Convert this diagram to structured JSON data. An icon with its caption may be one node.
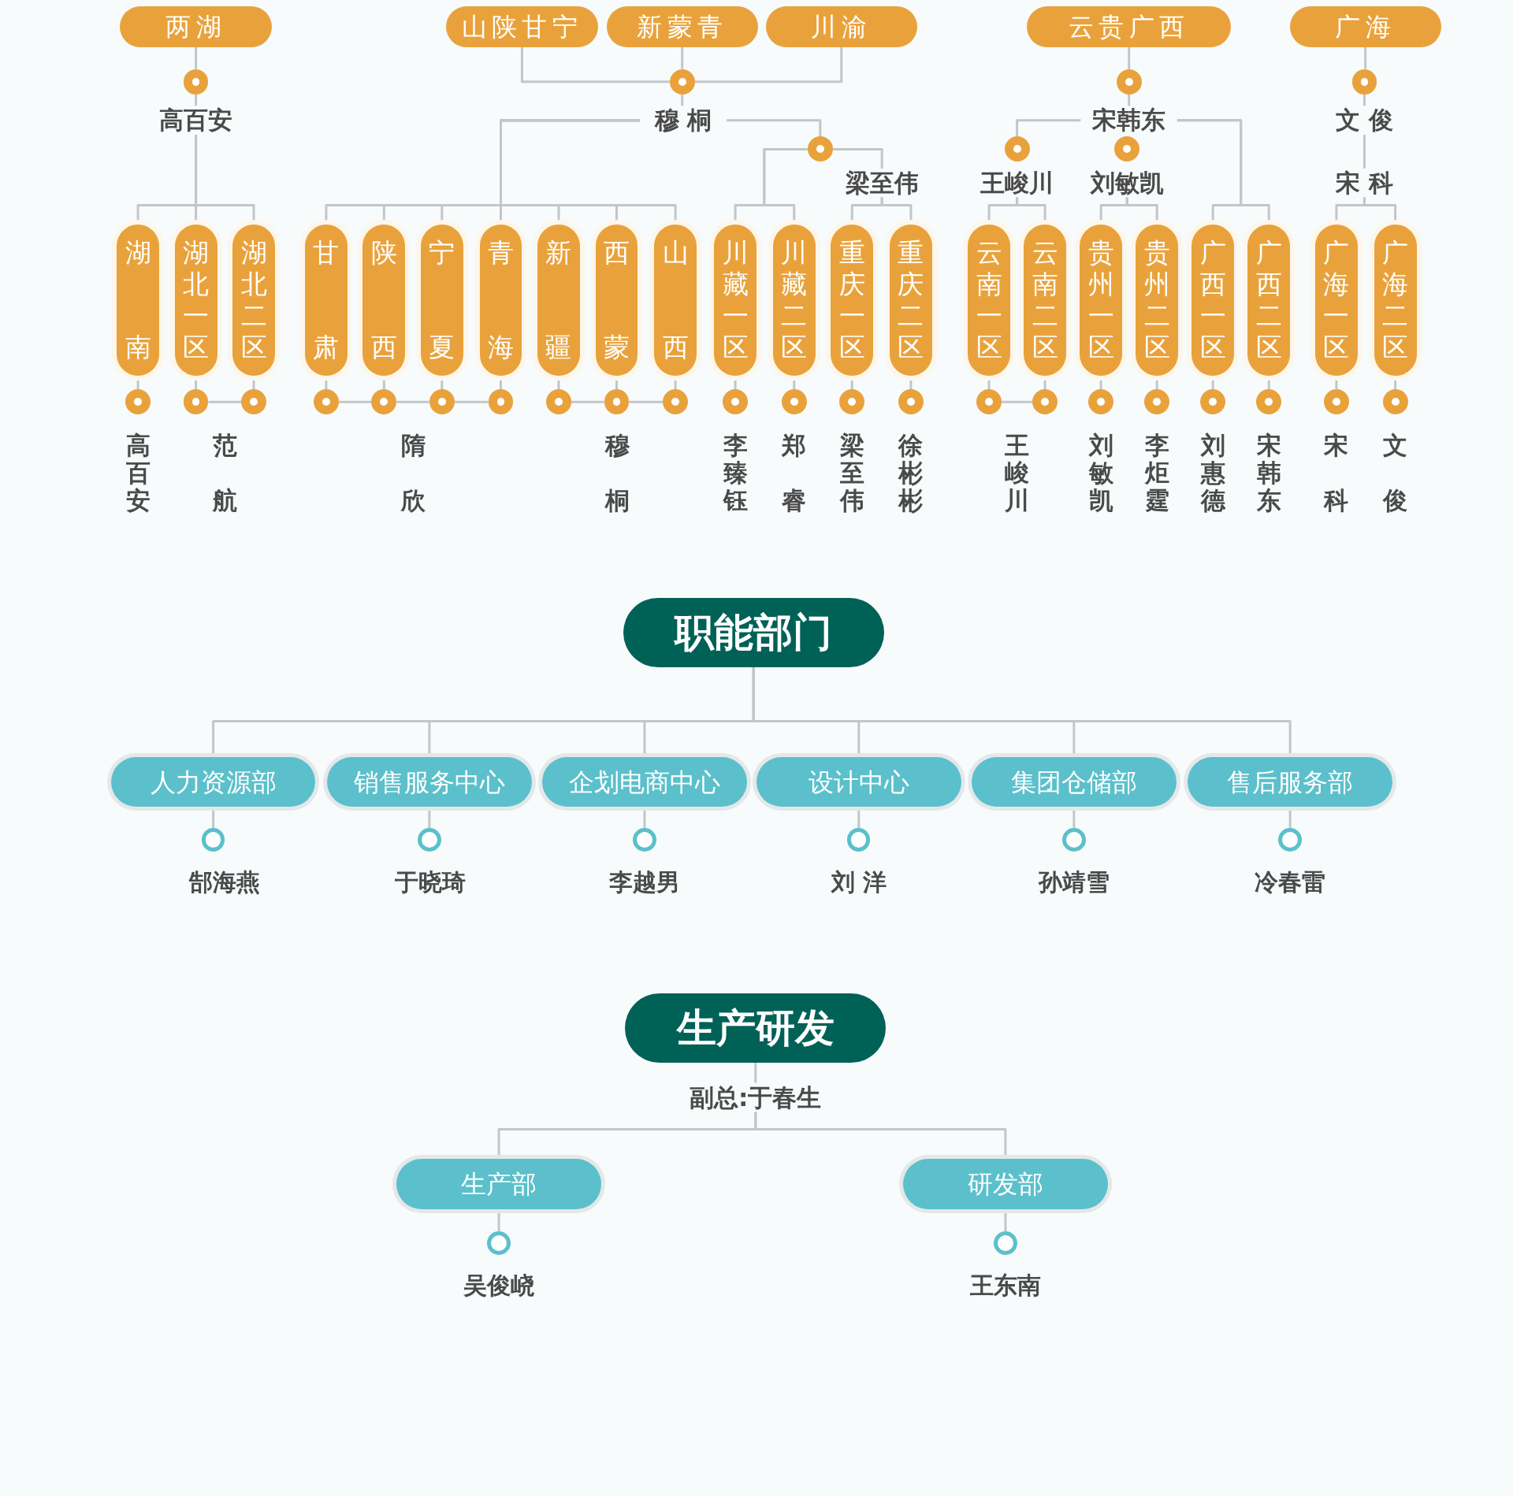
{
  "diagram": {
    "nodes": [
      {
        "text": [
          "两湖"
        ]
      },
      {
        "text": [
          "山陕甘宁"
        ]
      },
      {
        "text": [
          "新蒙青"
        ]
      },
      {
        "text": [
          "川渝"
        ]
      },
      {
        "text": [
          "云贵广西"
        ]
      },
      {
        "text": [
          "广海"
        ]
      },
      {
        "text": [],
        "shape": "circle"
      },
      {
        "text": [],
        "shape": "circle"
      },
      {
        "text": [],
        "shape": "circle"
      },
      {
        "text": [],
        "shape": "circle"
      },
      {
        "text": [
          "高百安"
        ]
      },
      {
        "text": [
          "穆 桐"
        ]
      },
      {
        "text": [
          "宋韩东"
        ]
      },
      {
        "text": [
          "文 俊"
        ]
      },
      {
        "text": [],
        "shape": "circle"
      },
      {
        "text": [],
        "shape": "circle"
      },
      {
        "text": [],
        "shape": "circle"
      },
      {
        "text": [
          "梁至伟"
        ]
      },
      {
        "text": [
          "王峻川"
        ]
      },
      {
        "text": [
          "刘敏凯"
        ]
      },
      {
        "text": [
          "宋 科"
        ]
      },
      {
        "text": [
          "湖南"
        ]
      },
      {
        "text": [
          "湖北一区"
        ]
      },
      {
        "text": [
          "湖北二区"
        ]
      },
      {
        "text": [
          "甘肃"
        ]
      },
      {
        "text": [
          "陕西"
        ]
      },
      {
        "text": [
          "宁夏"
        ]
      },
      {
        "text": [
          "青海"
        ]
      },
      {
        "text": [
          "新疆"
        ]
      },
      {
        "text": [
          "西蒙"
        ]
      },
      {
        "text": [
          "山西"
        ]
      },
      {
        "text": [
          "川藏一区"
        ]
      },
      {
        "text": [
          "川藏二区"
        ]
      },
      {
        "text": [
          "重庆一区"
        ]
      },
      {
        "text": [
          "重庆二区"
        ]
      },
      {
        "text": [
          "云南一区"
        ]
      },
      {
        "text": [
          "云南二区"
        ]
      },
      {
        "text": [
          "贵州一区"
        ]
      },
      {
        "text": [
          "贵州二区"
        ]
      },
      {
        "text": [
          "广西一区"
        ]
      },
      {
        "text": [
          "广西二区"
        ]
      },
      {
        "text": [
          "广海一区"
        ]
      },
      {
        "text": [
          "广海二区"
        ]
      },
      {
        "text": [],
        "shape": "circle"
      },
      {
        "text": [],
        "shape": "circle"
      },
      {
        "text": [],
        "shape": "circle"
      },
      {
        "text": [],
        "shape": "circle"
      },
      {
        "text": [],
        "shape": "circle"
      },
      {
        "text": [],
        "shape": "circle"
      },
      {
        "text": [],
        "shape": "circle"
      },
      {
        "text": [],
        "shape": "circle"
      },
      {
        "text": [],
        "shape": "circle"
      },
      {
        "text": [],
        "shape": "circle"
      },
      {
        "text": [],
        "shape": "circle"
      },
      {
        "text": [],
        "shape": "circle"
      },
      {
        "text": [],
        "shape": "circle"
      },
      {
        "text": [],
        "shape": "circle"
      },
      {
        "text": [],
        "shape": "circle"
      },
      {
        "text": [],
        "shape": "circle"
      },
      {
        "text": [],
        "shape": "circle"
      },
      {
        "text": [],
        "shape": "circle"
      },
      {
        "text": [],
        "shape": "circle"
      },
      {
        "text": [],
        "shape": "circle"
      },
      {
        "text": [],
        "shape": "circle"
      },
      {
        "text": [],
        "shape": "circle"
      },
      {
        "text": [
          "职能部门"
        ]
      },
      {
        "text": [
          "人力资源部"
        ]
      },
      {
        "text": [
          "销售服务中心"
        ]
      },
      {
        "text": [
          "企划电商中心"
        ]
      },
      {
        "text": [
          "设计中心"
        ]
      },
      {
        "text": [
          "集团仓储部"
        ]
      },
      {
        "text": [
          "售后服务部"
        ]
      },
      {
        "text": [],
        "shape": "circle"
      },
      {
        "text": [],
        "shape": "circle"
      },
      {
        "text": [],
        "shape": "circle"
      },
      {
        "text": [],
        "shape": "circle"
      },
      {
        "text": [],
        "shape": "circle"
      },
      {
        "text": [],
        "shape": "circle"
      },
      {
        "text": [
          "生产研发"
        ]
      },
      {
        "text": [
          "副总:于春生"
        ]
      },
      {
        "text": [
          "生产部"
        ]
      },
      {
        "text": [
          "研发部"
        ]
      },
      {
        "text": [],
        "shape": "circle"
      },
      {
        "text": [],
        "shape": "circle"
      }
    ],
    "edges": [
      {
        "from": 0,
        "to": 6,
        "arrow": "none"
      },
      {
        "from": 6,
        "to": 10,
        "arrow": "none"
      },
      {
        "from": 1,
        "to": 7,
        "arrow": "none"
      },
      {
        "from": 2,
        "to": 7,
        "arrow": "none"
      },
      {
        "from": 3,
        "to": 7,
        "arrow": "none"
      },
      {
        "from": 7,
        "to": 11,
        "arrow": "none"
      },
      {
        "from": 4,
        "to": 8,
        "arrow": "none"
      },
      {
        "from": 8,
        "to": 12,
        "arrow": "none"
      },
      {
        "from": 5,
        "to": 9,
        "arrow": "none"
      },
      {
        "from": 9,
        "to": 13,
        "arrow": "none"
      },
      {
        "from": 10,
        "to": 21,
        "arrow": "none"
      },
      {
        "from": 10,
        "to": 22,
        "arrow": "none"
      },
      {
        "from": 10,
        "to": 23,
        "arrow": "none"
      },
      {
        "from": 11,
        "to": 24,
        "arrow": "none"
      },
      {
        "from": 11,
        "to": 25,
        "arrow": "none"
      },
      {
        "from": 11,
        "to": 26,
        "arrow": "none"
      },
      {
        "from": 11,
        "to": 27,
        "arrow": "none"
      },
      {
        "from": 11,
        "to": 28,
        "arrow": "none"
      },
      {
        "from": 11,
        "to": 29,
        "arrow": "none"
      },
      {
        "from": 11,
        "to": 30,
        "arrow": "none"
      },
      {
        "from": 11,
        "to": 14,
        "arrow": "none"
      },
      {
        "from": 14,
        "to": 31,
        "arrow": "none"
      },
      {
        "from": 14,
        "to": 32,
        "arrow": "none"
      },
      {
        "from": 14,
        "to": 17,
        "arrow": "none"
      },
      {
        "from": 17,
        "to": 33,
        "arrow": "none"
      },
      {
        "from": 17,
        "to": 34,
        "arrow": "none"
      },
      {
        "from": 12,
        "to": 15,
        "arrow": "none"
      },
      {
        "from": 12,
        "to": 39,
        "arrow": "none"
      },
      {
        "from": 12,
        "to": 40,
        "arrow": "none"
      },
      {
        "from": 18,
        "to": 35,
        "arrow": "none"
      },
      {
        "from": 18,
        "to": 36,
        "arrow": "none"
      },
      {
        "from": 19,
        "to": 37,
        "arrow": "none"
      },
      {
        "from": 19,
        "to": 38,
        "arrow": "none"
      },
      {
        "from": 13,
        "to": 20,
        "arrow": "none"
      },
      {
        "from": 20,
        "to": 41,
        "arrow": "none"
      },
      {
        "from": 20,
        "to": 42,
        "arrow": "none"
      },
      {
        "from": 21,
        "to": 43,
        "arrow": "none"
      },
      {
        "from": 22,
        "to": 44,
        "arrow": "none"
      },
      {
        "from": 23,
        "to": 45,
        "arrow": "none"
      },
      {
        "from": 24,
        "to": 46,
        "arrow": "none"
      },
      {
        "from": 25,
        "to": 47,
        "arrow": "none"
      },
      {
        "from": 26,
        "to": 48,
        "arrow": "none"
      },
      {
        "from": 27,
        "to": 49,
        "arrow": "none"
      },
      {
        "from": 28,
        "to": 50,
        "arrow": "none"
      },
      {
        "from": 29,
        "to": 51,
        "arrow": "none"
      },
      {
        "from": 30,
        "to": 52,
        "arrow": "none"
      },
      {
        "from": 31,
        "to": 53,
        "arrow": "none"
      },
      {
        "from": 32,
        "to": 54,
        "arrow": "none"
      },
      {
        "from": 33,
        "to": 55,
        "arrow": "none"
      },
      {
        "from": 34,
        "to": 56,
        "arrow": "none"
      },
      {
        "from": 35,
        "to": 57,
        "arrow": "none"
      },
      {
        "from": 36,
        "to": 58,
        "arrow": "none"
      },
      {
        "from": 37,
        "to": 59,
        "arrow": "none"
      },
      {
        "from": 38,
        "to": 60,
        "arrow": "none"
      },
      {
        "from": 39,
        "to": 61,
        "arrow": "none"
      },
      {
        "from": 40,
        "to": 62,
        "arrow": "none"
      },
      {
        "from": 41,
        "to": 63,
        "arrow": "none"
      },
      {
        "from": 42,
        "to": 64,
        "arrow": "none"
      },
      {
        "from": 44,
        "to": 45,
        "arrow": "none"
      },
      {
        "from": 46,
        "to": 47,
        "arrow": "none"
      },
      {
        "from": 47,
        "to": 48,
        "arrow": "none"
      },
      {
        "from": 48,
        "to": 49,
        "arrow": "none"
      },
      {
        "from": 50,
        "to": 51,
        "arrow": "none"
      },
      {
        "from": 51,
        "to": 52,
        "arrow": "none"
      },
      {
        "from": 57,
        "to": 58,
        "arrow": "none"
      },
      {
        "from": 65,
        "to": 66,
        "arrow": "none"
      },
      {
        "from": 65,
        "to": 67,
        "arrow": "none"
      },
      {
        "from": 65,
        "to": 68,
        "arrow": "none"
      },
      {
        "from": 65,
        "to": 69,
        "arrow": "none"
      },
      {
        "from": 65,
        "to": 70,
        "arrow": "none"
      },
      {
        "from": 65,
        "to": 71,
        "arrow": "none"
      },
      {
        "from": 66,
        "to": 72,
        "arrow": "none"
      },
      {
        "from": 67,
        "to": 73,
        "arrow": "none"
      },
      {
        "from": 68,
        "to": 74,
        "arrow": "none"
      },
      {
        "from": 69,
        "to": 75,
        "arrow": "none"
      },
      {
        "from": 70,
        "to": 76,
        "arrow": "none"
      },
      {
        "from": 71,
        "to": 77,
        "arrow": "none"
      },
      {
        "from": 78,
        "to": 79,
        "arrow": "none"
      },
      {
        "from": 79,
        "to": 80,
        "arrow": "none"
      },
      {
        "from": 79,
        "to": 81,
        "arrow": "none"
      },
      {
        "from": 80,
        "to": 82,
        "arrow": "none"
      },
      {
        "from": 81,
        "to": 83,
        "arrow": "none"
      }
    ],
    "labels": [
      "高百安",
      "范航",
      "隋欣",
      "穆桐",
      "李臻钰",
      "郑睿",
      "梁至伟",
      "徐彬彬",
      "王峻川",
      "刘敏凯",
      "李炬霆",
      "刘惠德",
      "宋韩东",
      "宋科",
      "文俊",
      "郜海燕",
      "于晓琦",
      "李越男",
      "刘 洋",
      "孙靖雪",
      "冷春雷",
      "吴俊峣",
      "王东南"
    ]
  }
}
